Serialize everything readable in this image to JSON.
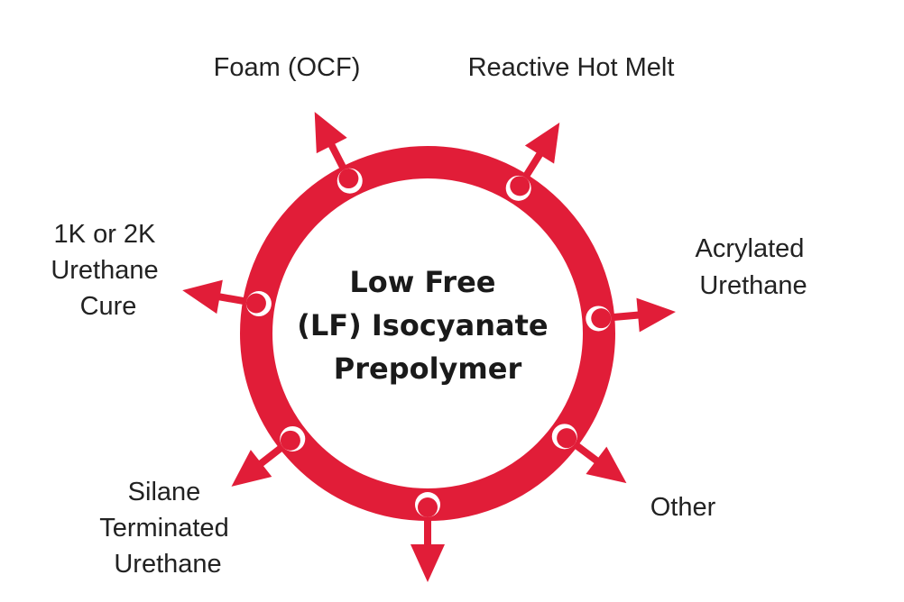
{
  "diagram": {
    "center_lines": [
      "Low Free",
      "(LF) Isocyanate",
      "Prepolymer"
    ],
    "outputs": [
      {
        "id": "foam",
        "lines": [
          "Foam (OCF)"
        ]
      },
      {
        "id": "reactive-hot-melt",
        "lines": [
          "Reactive Hot Melt"
        ]
      },
      {
        "id": "acrylated-urethane",
        "lines": [
          "Acrylated",
          "Urethane"
        ]
      },
      {
        "id": "other",
        "lines": [
          "Other"
        ]
      },
      {
        "id": "bottom",
        "lines": []
      },
      {
        "id": "silane-terminated-urethane",
        "lines": [
          "Silane",
          "Terminated",
          "Urethane"
        ]
      },
      {
        "id": "1k-2k-urethane-cure",
        "lines": [
          "1K or 2K",
          "Urethane",
          "Cure"
        ]
      }
    ],
    "colors": {
      "ring": "#e11d38",
      "text": "#222222",
      "background": "#ffffff"
    }
  }
}
